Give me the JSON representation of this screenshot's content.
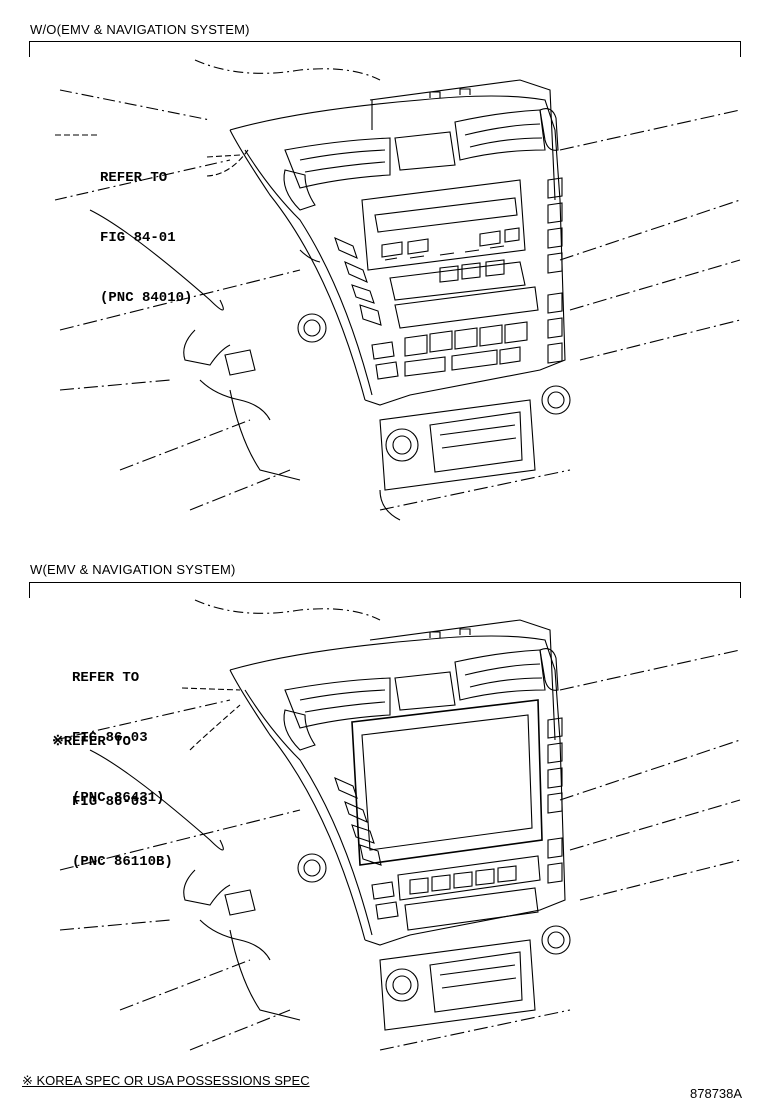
{
  "sections": [
    {
      "title": "W/O(EMV & NAVIGATION SYSTEM)",
      "callout_lines": [
        "REFER TO",
        "FIG 84-01",
        "(PNC 84010)"
      ]
    },
    {
      "title": "W(EMV & NAVIGATION SYSTEM)",
      "callout_lines": [
        "REFER TO",
        "FIG 86-03",
        "(PNC 86431)",
        "※REFER TO",
        "FIG 86-03",
        "(PNC 86110B)"
      ]
    }
  ],
  "footnote": "※ KOREA SPEC OR USA POSSESSIONS SPEC",
  "doc_number": "878738A",
  "icons": [
    "diagram-panel-without-nav",
    "diagram-panel-with-nav"
  ]
}
